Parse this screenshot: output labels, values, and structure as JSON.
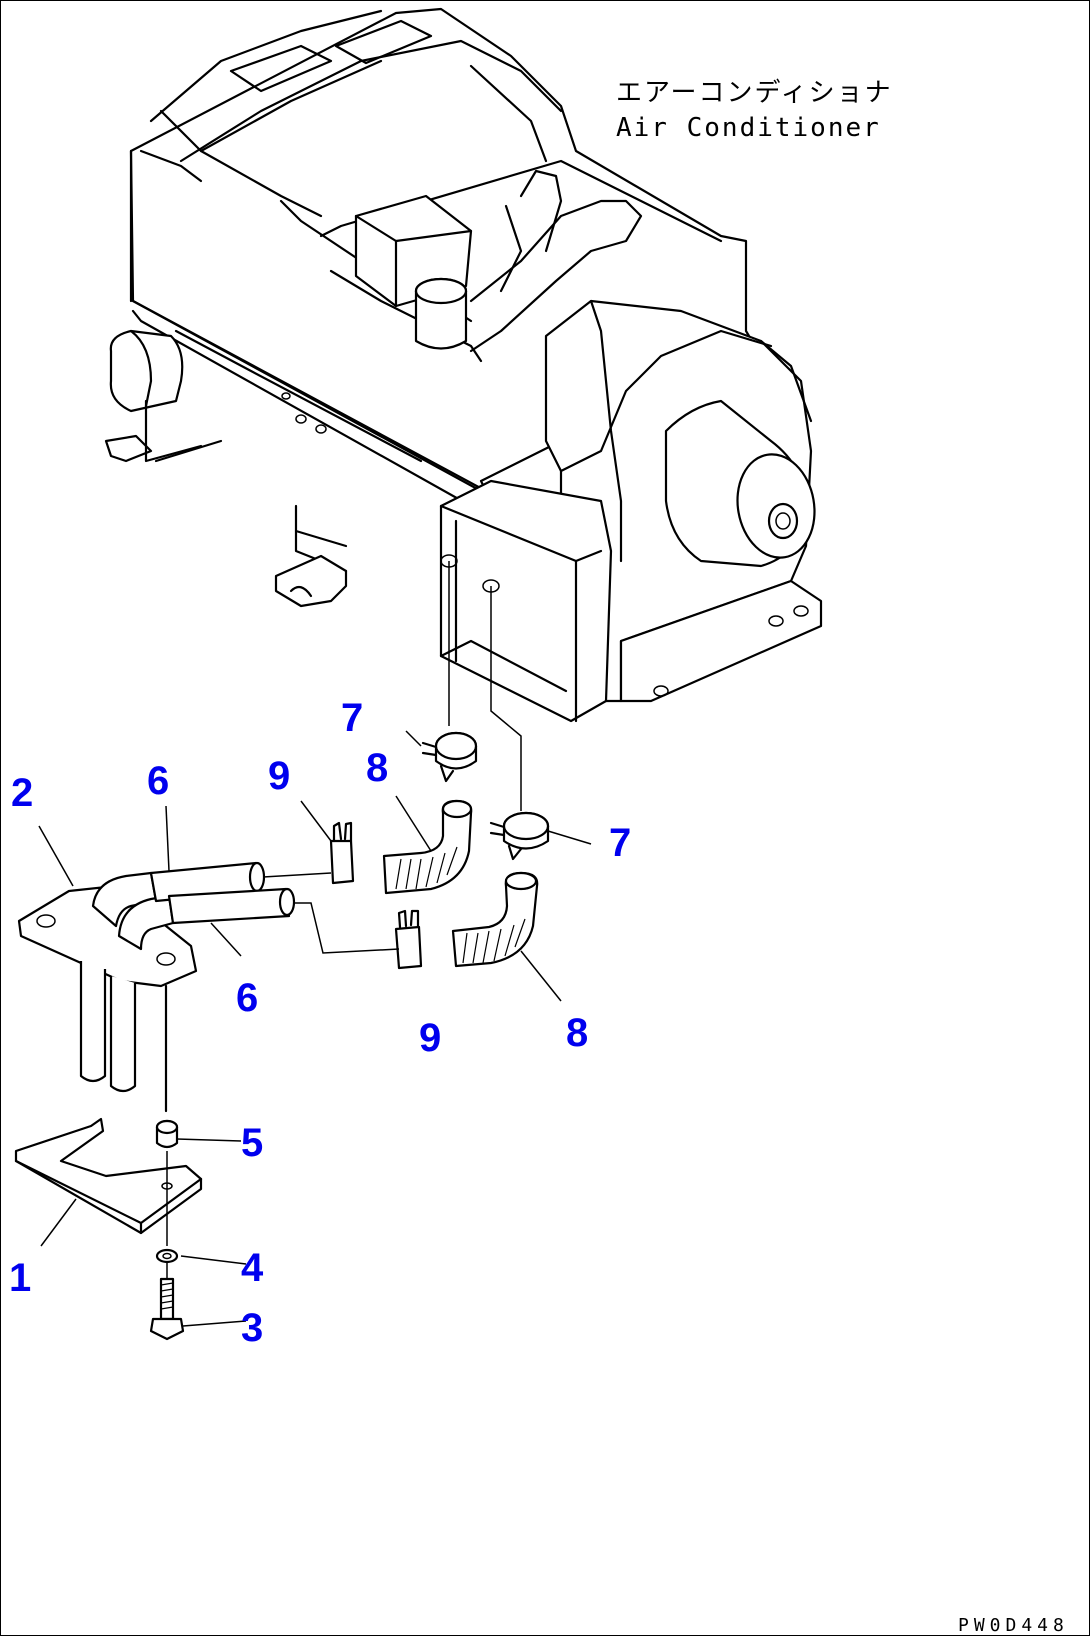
{
  "component_label": {
    "jp": "エアーコンディショナ",
    "en": "Air Conditioner"
  },
  "drawing_code": "PW0D448",
  "callouts": [
    {
      "id": "c1",
      "text": "1"
    },
    {
      "id": "c2",
      "text": "2"
    },
    {
      "id": "c3",
      "text": "3"
    },
    {
      "id": "c4",
      "text": "4"
    },
    {
      "id": "c5",
      "text": "5"
    },
    {
      "id": "c6a",
      "text": "6"
    },
    {
      "id": "c6b",
      "text": "6"
    },
    {
      "id": "c7a",
      "text": "7"
    },
    {
      "id": "c7b",
      "text": "7"
    },
    {
      "id": "c8a",
      "text": "8"
    },
    {
      "id": "c8b",
      "text": "8"
    },
    {
      "id": "c9a",
      "text": "9"
    },
    {
      "id": "c9b",
      "text": "9"
    }
  ],
  "colors": {
    "callout": "#0000ee",
    "line": "#000000",
    "background": "#ffffff"
  }
}
